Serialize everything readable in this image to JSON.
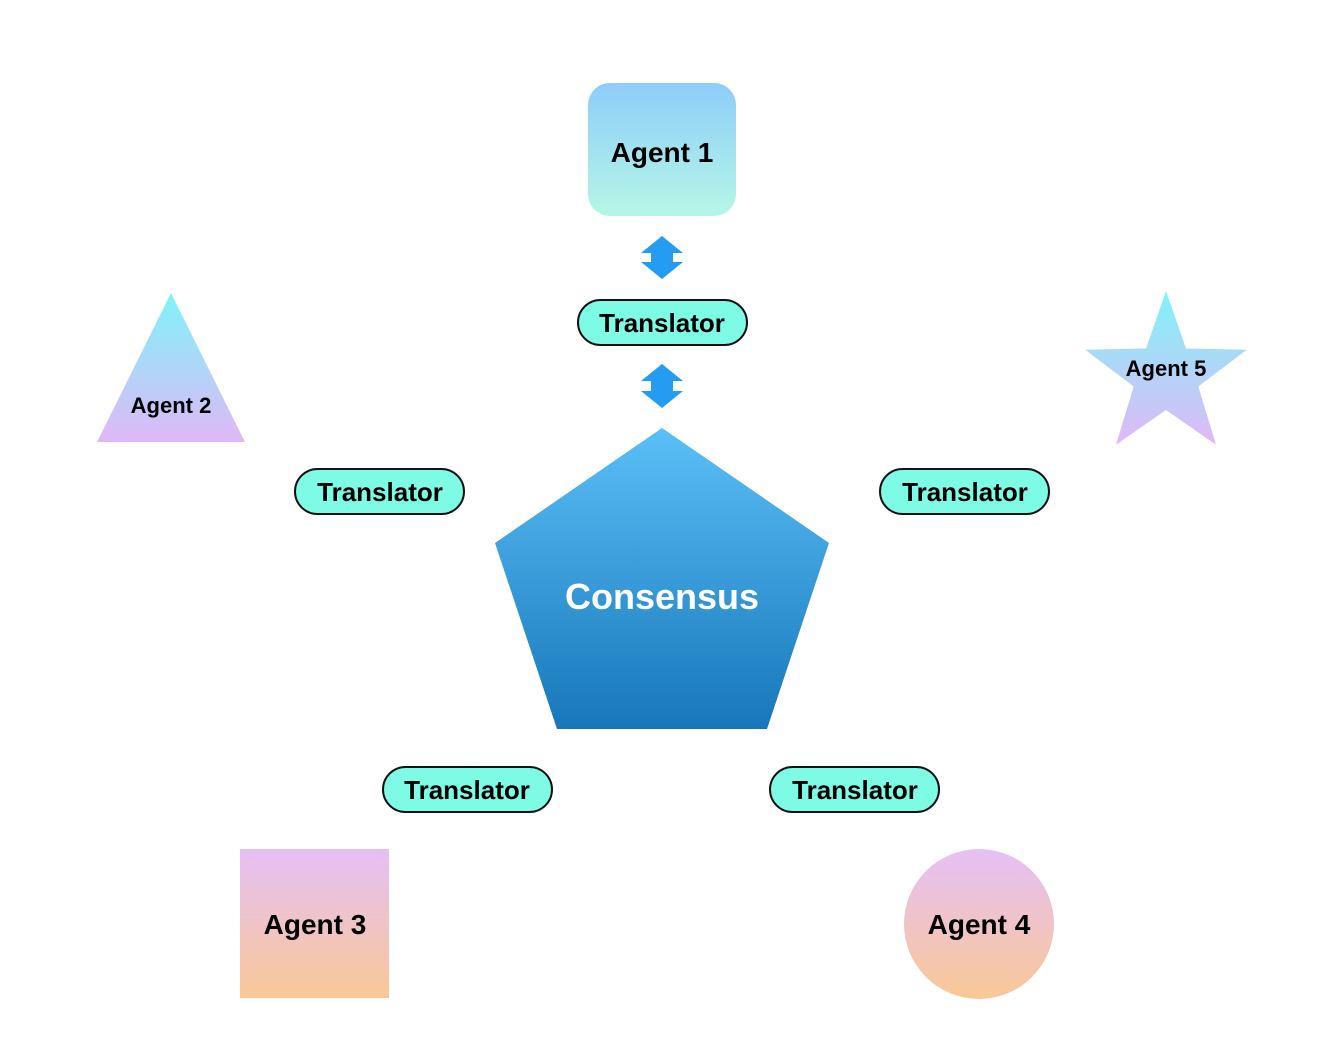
{
  "diagram": {
    "center": {
      "label": "Consensus",
      "shape": "pentagon",
      "gradient": [
        "#5BBFF7",
        "#1777BA"
      ]
    },
    "agents": [
      {
        "id": "agent-1",
        "label": "Agent 1",
        "shape": "rounded-square",
        "gradient": [
          "#8ECDF9",
          "#B5F7E6"
        ]
      },
      {
        "id": "agent-2",
        "label": "Agent 2",
        "shape": "triangle",
        "gradient": [
          "#7FF3F9",
          "#E0B8F6"
        ]
      },
      {
        "id": "agent-3",
        "label": "Agent 3",
        "shape": "square",
        "gradient": [
          "#E6C0F6",
          "#F9C896"
        ]
      },
      {
        "id": "agent-4",
        "label": "Agent 4",
        "shape": "circle",
        "gradient": [
          "#E6C0F6",
          "#F9C896"
        ]
      },
      {
        "id": "agent-5",
        "label": "Agent 5",
        "shape": "star",
        "gradient": [
          "#7FF3F9",
          "#E0B8F6"
        ]
      }
    ],
    "translators": [
      {
        "id": "translator-top",
        "label": "Translator"
      },
      {
        "id": "translator-left",
        "label": "Translator"
      },
      {
        "id": "translator-right",
        "label": "Translator"
      },
      {
        "id": "translator-bottom-left",
        "label": "Translator"
      },
      {
        "id": "translator-bottom-right",
        "label": "Translator"
      }
    ],
    "translator_style": {
      "fill": "#7EFBE5",
      "stroke": "#111111"
    },
    "arrows": [
      {
        "id": "arrow-agent1-translator",
        "type": "bidirectional",
        "color": "#239CF2"
      },
      {
        "id": "arrow-translator-consensus",
        "type": "bidirectional",
        "color": "#239CF2"
      }
    ]
  }
}
